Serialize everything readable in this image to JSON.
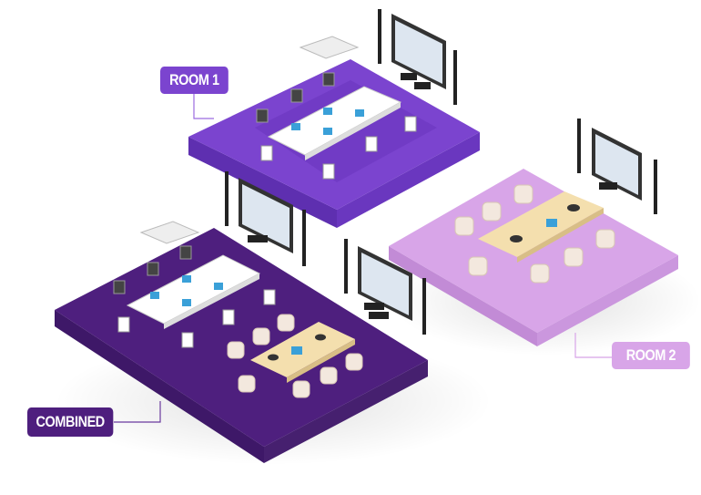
{
  "labels": {
    "room1": "ROOM 1",
    "room2": "ROOM 2",
    "combined": "COMBINED"
  },
  "colors": {
    "room1": "#7B44CF",
    "room2": "#D8A5E8",
    "combined": "#4E1F7E"
  }
}
